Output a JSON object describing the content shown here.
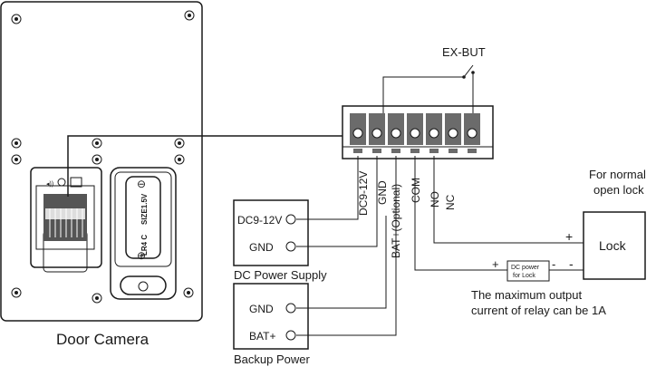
{
  "device": {
    "caption": "Door Camera",
    "battery_label_top": "SIZE1.5V",
    "battery_label_bottom": "LR4 C",
    "battery_minus": "⊖",
    "battery_plus": "⊕",
    "speaker_symbol": "◂))"
  },
  "terminal_block": {
    "switch_label": "EX-BUT",
    "terminals": [
      "DC9-12V",
      "GND",
      "BAT+(Optional)",
      "COM",
      "NO",
      "NC"
    ]
  },
  "dc_supply": {
    "caption": "DC Power Supply",
    "ports": [
      "DC9-12V",
      "GND"
    ]
  },
  "backup_power": {
    "caption": "Backup Power",
    "ports": [
      "GND",
      "BAT+"
    ]
  },
  "lock": {
    "label": "Lock",
    "note_line1": "For normal",
    "note_line2": "open lock",
    "plus": "+",
    "minus": "-"
  },
  "dc_lock_supply": {
    "line1": "DC power",
    "line2": "for Lock",
    "plus": "+",
    "minus": "-"
  },
  "relay_note": {
    "line1": "The  maximum output",
    "line2": "current of relay can be 1A"
  }
}
